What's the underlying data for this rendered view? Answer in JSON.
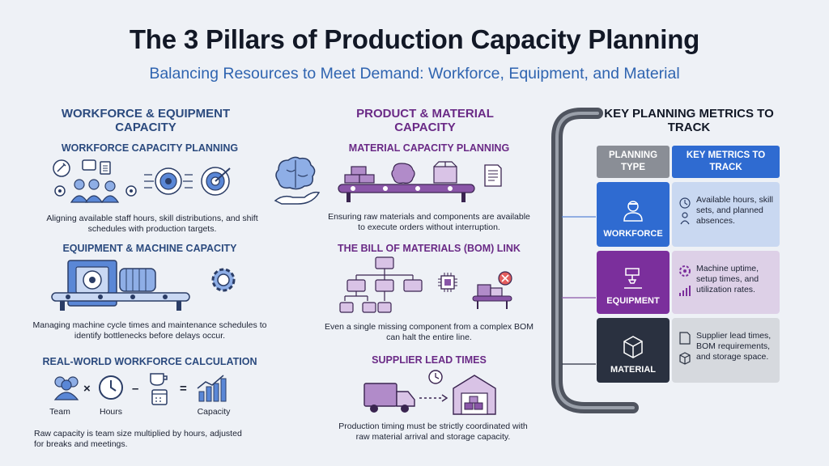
{
  "title": "The 3 Pillars of Production Capacity Planning",
  "subtitle": "Balancing Resources to Meet Demand: Workforce, Equipment, and Material",
  "left": {
    "heading": "WORKFORCE & EQUIPMENT CAPACITY",
    "sec1_title": "WORKFORCE CAPACITY PLANNING",
    "sec1_desc": "Aligning available staff hours, skill distributions, and shift schedules with production targets.",
    "sec2_title": "EQUIPMENT & MACHINE CAPACITY",
    "sec2_desc": "Managing machine cycle times and maintenance schedules to identify bottlenecks before delays occur.",
    "sec3_title": "REAL-WORLD WORKFORCE CALCULATION",
    "calc_team": "Team",
    "calc_hours": "Hours",
    "calc_capacity": "Capacity",
    "calc_times": "×",
    "calc_minus": "–",
    "calc_equals": "=",
    "sec3_desc": "Raw capacity is team size multiplied by hours, adjusted for breaks and meetings."
  },
  "middle": {
    "heading": "PRODUCT & MATERIAL CAPACITY",
    "sec1_title": "MATERIAL CAPACITY PLANNING",
    "sec1_desc": "Ensuring raw materials and components are available to execute orders without interruption.",
    "sec2_title": "THE BILL OF MATERIALS (BOM) LINK",
    "sec2_desc": "Even a single missing component from a complex BOM can halt the entire line.",
    "sec3_title": "SUPPLIER LEAD TIMES",
    "sec3_desc": "Production timing must be strictly coordinated with raw material arrival and storage capacity."
  },
  "right": {
    "heading": "KEY PLANNING METRICS TO TRACK",
    "col1": "PLANNING TYPE",
    "col2": "KEY METRICS TO TRACK",
    "rows": [
      {
        "type": "WORKFORCE",
        "metrics": "Available hours, skill sets, and planned absences."
      },
      {
        "type": "EQUIPMENT",
        "metrics": "Machine uptime, setup times, and utilization rates."
      },
      {
        "type": "MATERIAL",
        "metrics": "Supplier lead times, BOM requirements, and storage space."
      }
    ]
  },
  "colors": {
    "title": "#121826",
    "subtitle": "#2f64b0",
    "workforce": "#2f6bd1",
    "equipment": "#7b2f9c",
    "material": "#2a3140",
    "head_blue": "#2f6bd1",
    "head_gray": "#8a8e96"
  }
}
